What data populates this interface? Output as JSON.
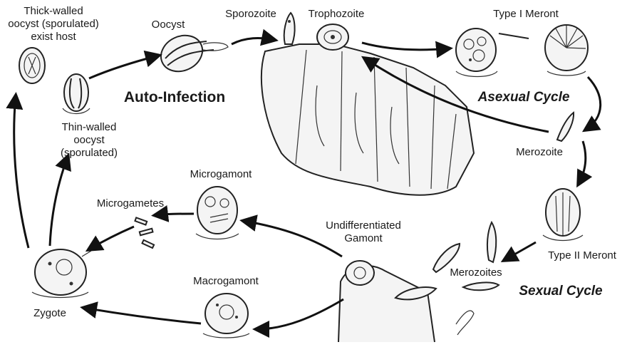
{
  "labels": {
    "thick_walled_oocyst": [
      "Thick-walled",
      "oocyst (sporulated)",
      "exist host"
    ],
    "oocyst": "Oocyst",
    "sporozoite": "Sporozoite",
    "trophozoite": "Trophozoite",
    "type_i_meront": "Type I Meront",
    "auto_infection": "Auto-Infection",
    "asexual_cycle": "Asexual Cycle",
    "thin_walled_oocyst": [
      "Thin-walled",
      "oocyst",
      "(sporulated)"
    ],
    "merozoite": "Merozoite",
    "microgamont": "Microgamont",
    "microgametes": "Microgametes",
    "undifferentiated_gamont": [
      "Undifferentiated",
      "Gamont"
    ],
    "type_ii_meront": "Type II Meront",
    "merozoites": "Merozoites",
    "sexual_cycle": "Sexual Cycle",
    "macrogamont": "Macrogamont",
    "zygote": "Zygote"
  },
  "colors": {
    "ink": "#1a1a1a",
    "background": "#ffffff"
  }
}
